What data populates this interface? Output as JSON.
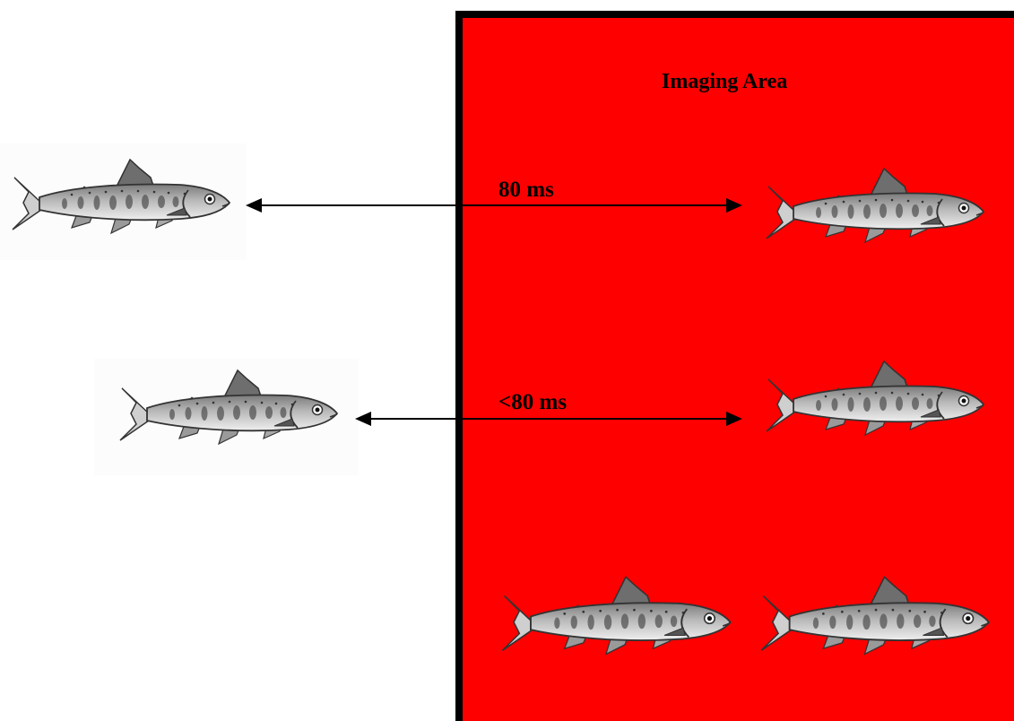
{
  "imaging_area": {
    "title": "Imaging Area",
    "color": "#ff0000",
    "border_color": "#000000"
  },
  "intervals": [
    {
      "label": "80 ms"
    },
    {
      "label": "<80 ms"
    }
  ],
  "icons": {
    "fish": "trout-fish-icon",
    "arrow": "double-headed-arrow"
  }
}
